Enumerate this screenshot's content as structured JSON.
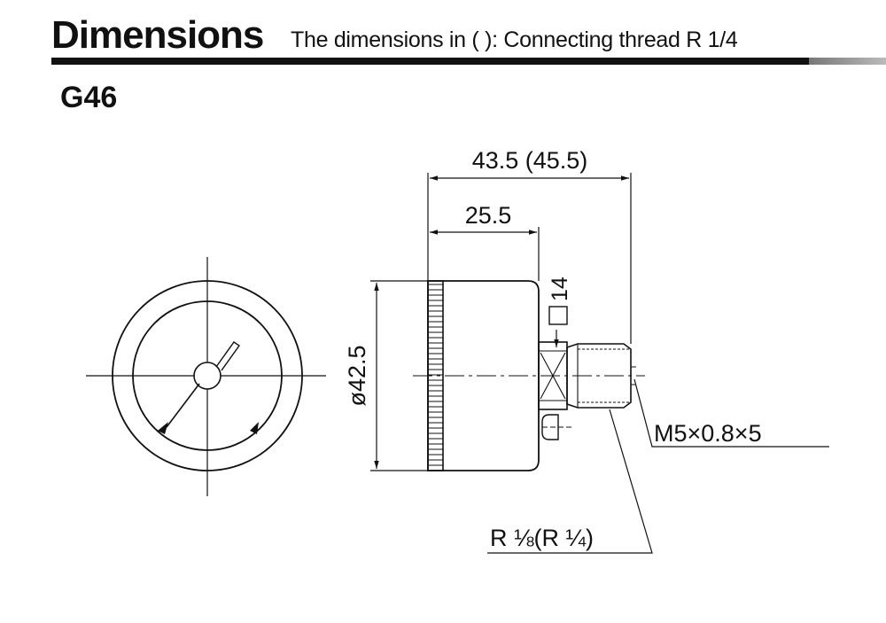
{
  "header": {
    "title": "Dimensions",
    "subtitle": "The dimensions in ( ): Connecting thread R 1/4"
  },
  "model": "G46",
  "dimensions": {
    "overall_length": "43.5 (45.5)",
    "body_length": "25.5",
    "diameter": "ø42.5",
    "hex_size": "□14",
    "port_thread": "M5×0.8×5",
    "connection_thread": "R ⅛(R ¼)"
  },
  "colors": {
    "line": "#111111",
    "background": "#ffffff"
  }
}
